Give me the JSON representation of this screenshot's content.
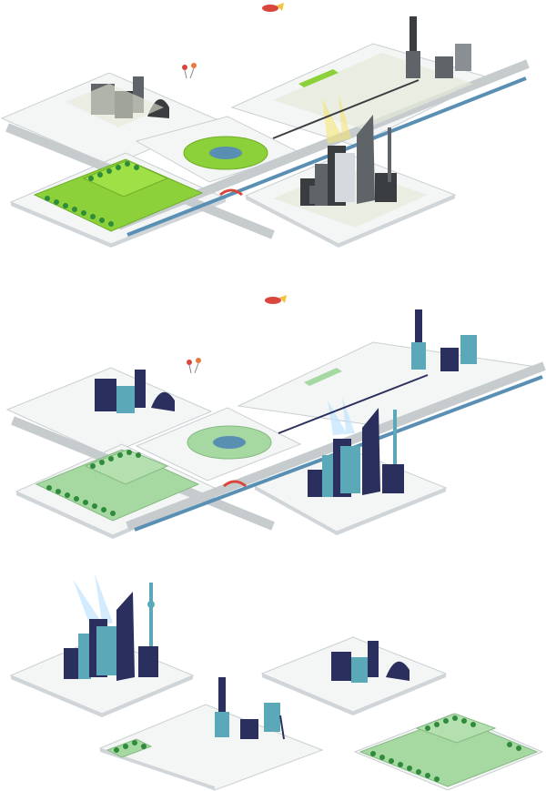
{
  "palette": {
    "background": "#ffffff",
    "ground": "#f4f6f6",
    "road": "#c8ced0",
    "grass_bright": "#8cd13a",
    "grass_pale": "#a6d8a2",
    "tree": "#2e8b3a",
    "water": "#5a8fb4",
    "building_gray": "#5f6468",
    "building_dark_gray": "#3a3d40",
    "building_navy": "#2b2f5e",
    "building_teal": "#5aa8b8",
    "window_light": "#dfe8ee",
    "bridge_red": "#d9463c",
    "spotlight": "#f6e46a",
    "spotlight_blue": "#bfe3ff"
  },
  "icons": [
    "rocket-icon",
    "balloon-icon",
    "tree-icon",
    "skyscraper-icon",
    "tv-tower-icon",
    "fountain-icon",
    "bridge-icon",
    "car-icon",
    "streetlight-icon"
  ],
  "scenes": [
    {
      "name": "gray-city-map",
      "style": "gray buildings, bright green park"
    },
    {
      "name": "blue-city-map",
      "style": "navy and teal buildings, pale green park"
    },
    {
      "name": "city-blocks-separated",
      "style": "individual blocks"
    }
  ]
}
